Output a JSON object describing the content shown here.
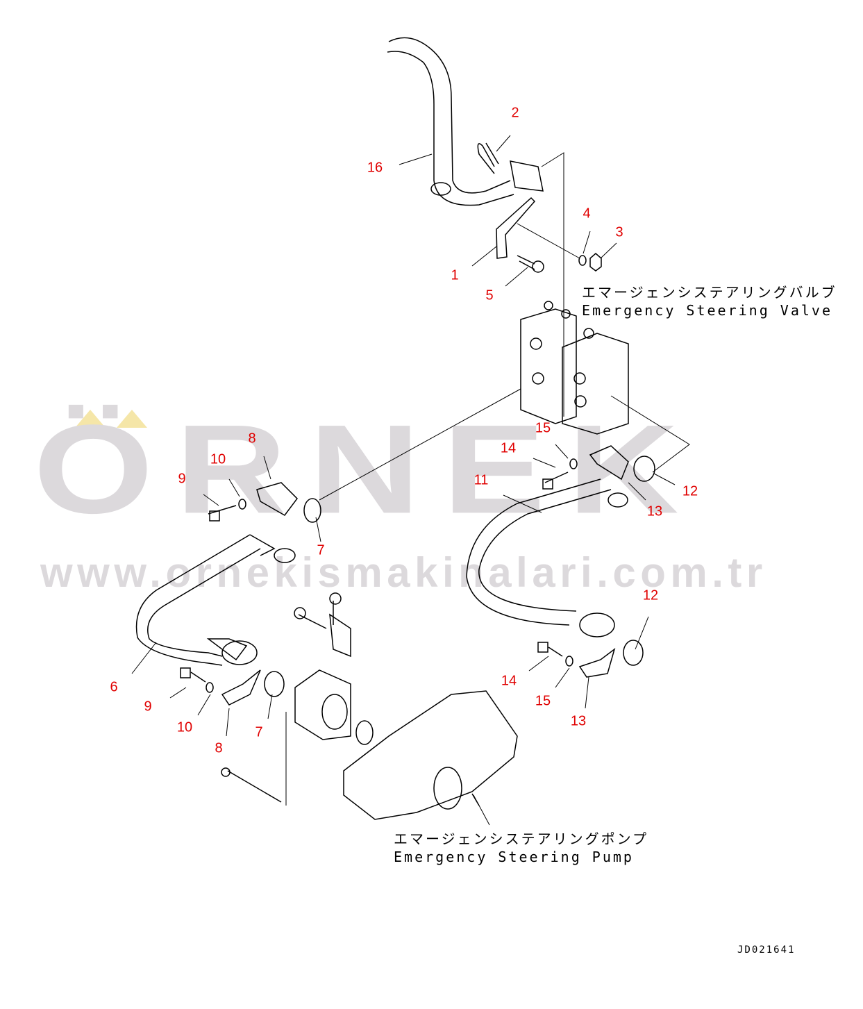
{
  "watermark": {
    "logo": "ÖRNEK",
    "url": "www.ornekismakinalari.com.tr"
  },
  "captions": {
    "valve_jp": "エマージェンシステアリングバルブ",
    "valve_en": "Emergency Steering Valve",
    "pump_jp": "エマージェンシステアリングポンプ",
    "pump_en": "Emergency Steering Pump"
  },
  "callouts": [
    "2",
    "16",
    "4",
    "3",
    "1",
    "5",
    "15",
    "8",
    "14",
    "10",
    "9",
    "11",
    "12",
    "13",
    "7",
    "12",
    "14",
    "6",
    "15",
    "9",
    "13",
    "10",
    "7",
    "8"
  ],
  "drawing_id": "JD021641",
  "colors": {
    "callout": "#e00000",
    "watermark": "#dcd9dc",
    "accent": "#f5e6a8"
  }
}
